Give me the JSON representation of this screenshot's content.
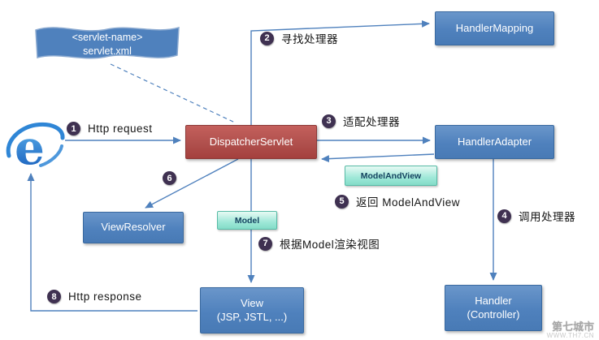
{
  "diagram": {
    "nodes": {
      "servlet_xml": {
        "line1": "<servlet-name>",
        "line2": "servlet.xml"
      },
      "handler_mapping": {
        "label": "HandlerMapping"
      },
      "dispatcher_servlet": {
        "label": "DispatcherServlet"
      },
      "handler_adapter": {
        "label": "HandlerAdapter"
      },
      "view_resolver": {
        "label": "ViewResolver"
      },
      "view": {
        "line1": "View",
        "line2": "(JSP, JSTL, ...)"
      },
      "handler": {
        "line1": "Handler",
        "line2": "(Controller)"
      },
      "model_and_view": {
        "label": "ModelAndView"
      },
      "model": {
        "label": "Model"
      }
    },
    "steps": [
      {
        "num": "1",
        "label": "Http request"
      },
      {
        "num": "2",
        "label": "寻找处理器"
      },
      {
        "num": "3",
        "label": "适配处理器"
      },
      {
        "num": "4",
        "label": "调用处理器"
      },
      {
        "num": "5",
        "label": "返回 ModelAndView"
      },
      {
        "num": "6",
        "label": ""
      },
      {
        "num": "7",
        "label": "根据Model渲染视图"
      },
      {
        "num": "8",
        "label": "Http response"
      }
    ],
    "watermark": {
      "site": "第七城市",
      "url": "WWW.TH7.CN"
    },
    "colors": {
      "node_blue": "#4f81bd",
      "node_red": "#b0504d",
      "tag_green": "#9fe8d8",
      "arrow_blue": "#4f81bd",
      "step_circle": "#3f3151"
    }
  }
}
